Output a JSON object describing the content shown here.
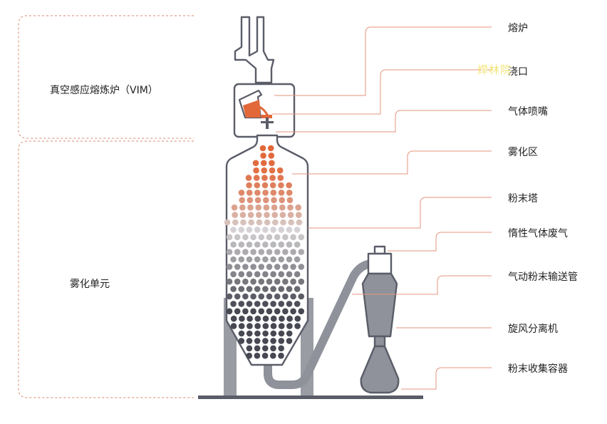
{
  "sections": {
    "vim": "真空感应熔炼炉（VIM）",
    "atomization_unit": "雾化单元"
  },
  "labels": [
    {
      "id": "furnace",
      "text": "熔炉"
    },
    {
      "id": "pouring-nozzle",
      "text": "浇口"
    },
    {
      "id": "gas-nozzle",
      "text": "气体喷嘴"
    },
    {
      "id": "atomization-zone",
      "text": "雾化区"
    },
    {
      "id": "powder-tower",
      "text": "粉末塔"
    },
    {
      "id": "inert-exhaust",
      "text": "惰性气体废气"
    },
    {
      "id": "pneumatic-pipe",
      "text": "气动粉末输送管"
    },
    {
      "id": "cyclone",
      "text": "旋风分离机"
    },
    {
      "id": "powder-container",
      "text": "粉末收集容器"
    }
  ],
  "watermark": "焊林院",
  "colors": {
    "outline": "#5a5d68",
    "pipe": "#9a9ca4",
    "leader": "#e4967c",
    "melt": "#e2683a",
    "dashed": "#e0a08a",
    "watermark": "#f2e36b"
  }
}
